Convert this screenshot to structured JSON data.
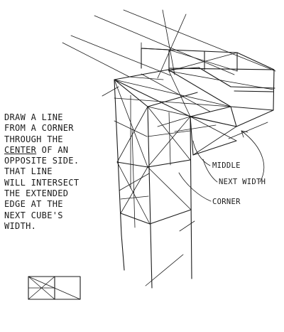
{
  "note": {
    "lines": [
      [
        "Draw a line"
      ],
      [
        "from a corner"
      ],
      [
        "through the"
      ],
      [
        "",
        "center",
        " of an"
      ],
      [
        "opposite side."
      ],
      [
        "That line"
      ],
      [
        "will intersect"
      ],
      [
        "the extended"
      ],
      [
        "edge at the"
      ],
      [
        "next cube's"
      ],
      [
        "width."
      ]
    ]
  },
  "labels": {
    "middle": "Middle",
    "next_width": "Next width",
    "corner": "Corner"
  }
}
